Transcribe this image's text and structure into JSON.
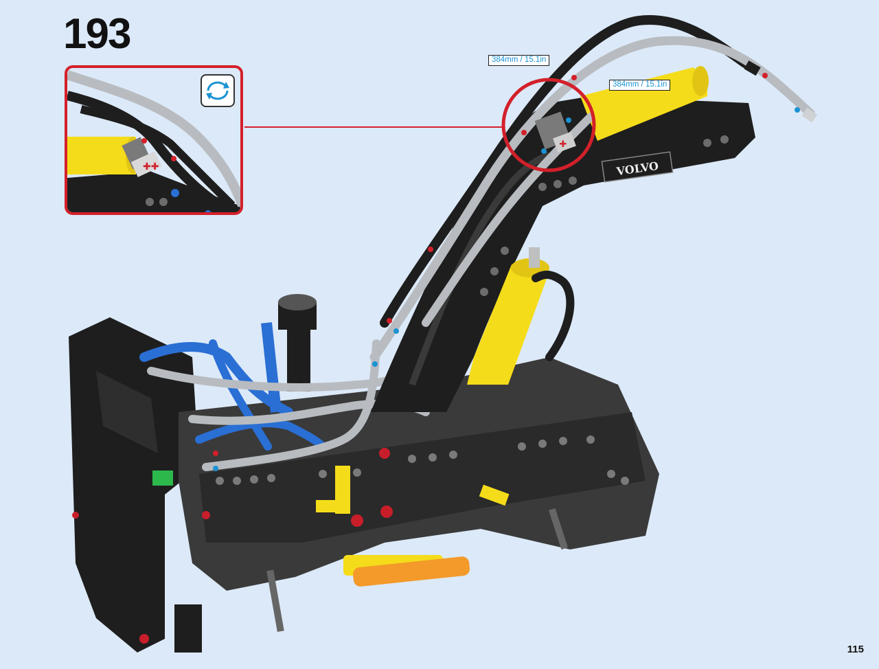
{
  "step": {
    "number": "193"
  },
  "page": {
    "number": "115"
  },
  "callout": {
    "icon": "rotate-view-icon"
  },
  "hoses": [
    {
      "label": "384mm / 15.1in"
    },
    {
      "label": "384mm / 15.1in"
    }
  ],
  "colors": {
    "background": "#dce9f8",
    "callout_border": "#d3202a",
    "label_text": "#1a93d3",
    "technic_black": "#1e1e1e",
    "technic_yellow": "#f5dc1a",
    "technic_blue": "#2a6fd4",
    "hose_gray": "#b8bcc0",
    "orange": "#f39a2a"
  }
}
